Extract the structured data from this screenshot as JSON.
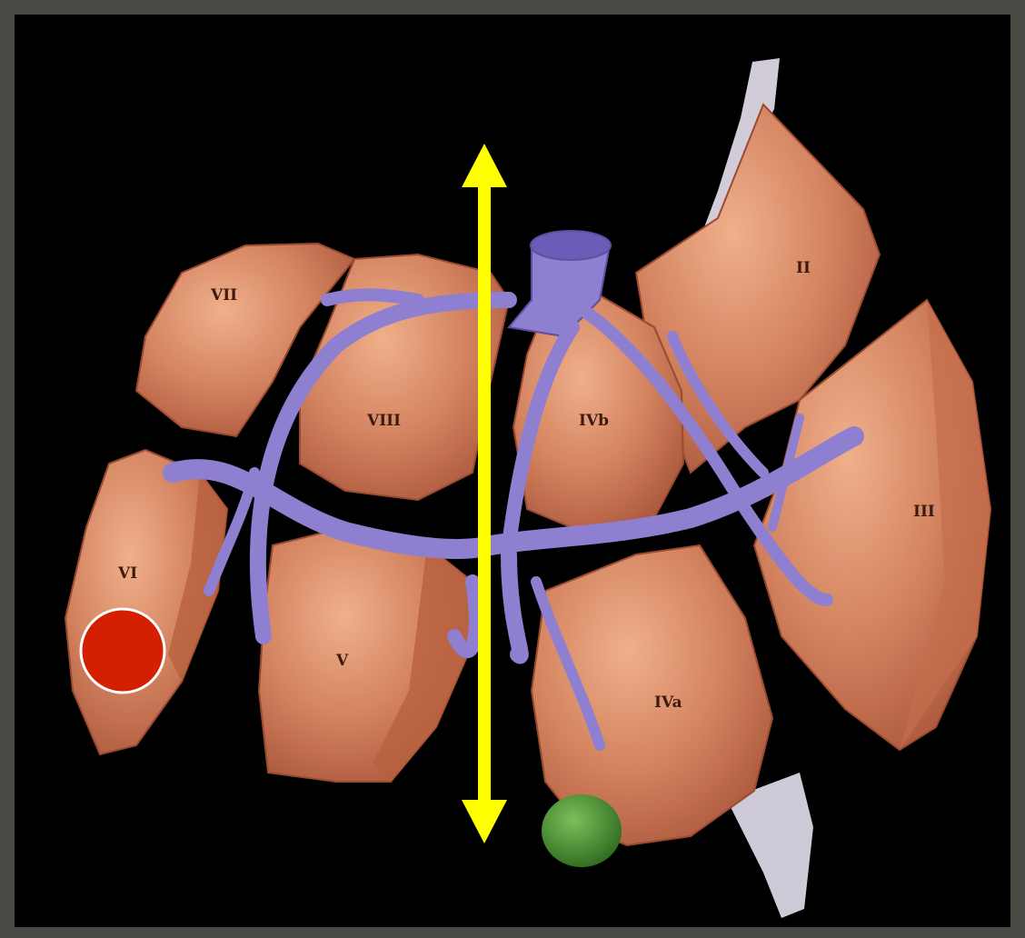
{
  "figure": {
    "segment_labels": {
      "seg2": "II",
      "seg3": "III",
      "seg4a": "IVa",
      "seg4b": "IVb",
      "seg5": "V",
      "seg6": "VI",
      "seg7": "VII",
      "seg8": "VIII"
    },
    "colors": {
      "frame": "#4a4a44",
      "background": "#000000",
      "liver": "#d2815e",
      "liver_dark": "#a8553a",
      "vessel": "#8f7fd0",
      "arrow": "#ffff00",
      "marker": "#d42000",
      "gallbladder": "#3f8a2c"
    },
    "arrow": {
      "direction": "vertical-double-headed"
    },
    "marker": {
      "shape": "circle"
    }
  }
}
